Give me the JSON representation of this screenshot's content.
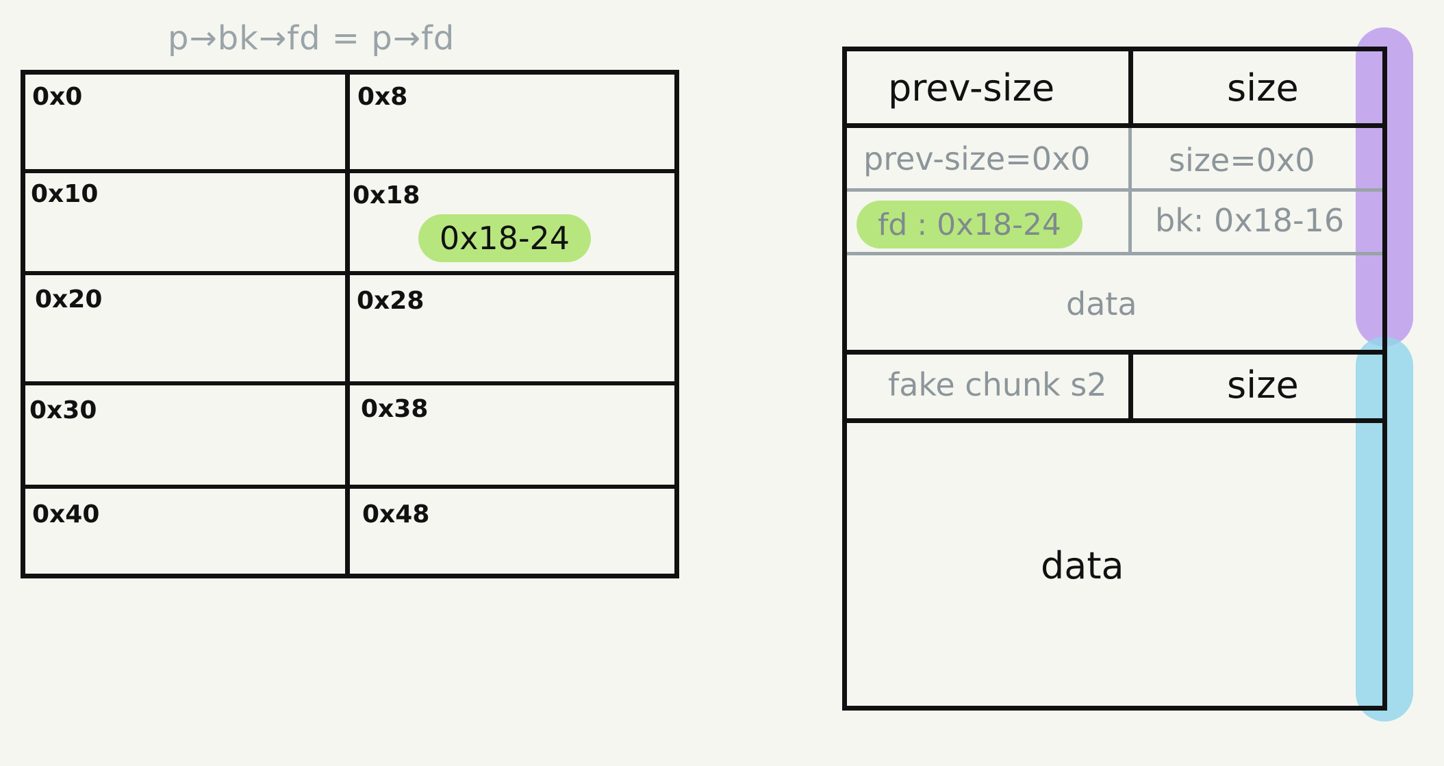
{
  "left_diagram": {
    "title": "p→bk→fd = p→fd",
    "cells": [
      {
        "left": "0x0",
        "right": "0x8"
      },
      {
        "left": "0x10",
        "right": "0x18"
      },
      {
        "left": "0x20",
        "right": "0x28"
      },
      {
        "left": "0x30",
        "right": "0x38"
      },
      {
        "left": "0x40",
        "right": "0x48"
      }
    ],
    "highlight": "0x18-24",
    "highlight_color": "#b7e67e"
  },
  "right_diagram": {
    "chunk1": {
      "header_left": "prev-size",
      "header_right": "size",
      "fake_prev_size": "prev-size=0x0",
      "fake_size": "size=0x0",
      "fd": "fd : 0x18-24",
      "bk": "bk: 0x18-16",
      "data": "data"
    },
    "chunk2": {
      "header_left": "fake chunk s2",
      "header_right": "size",
      "data": "data"
    },
    "colors": {
      "purple_bar": "#bb9aec",
      "blue_bar": "#92d4ec",
      "fd_highlight": "#b7e67e"
    }
  }
}
